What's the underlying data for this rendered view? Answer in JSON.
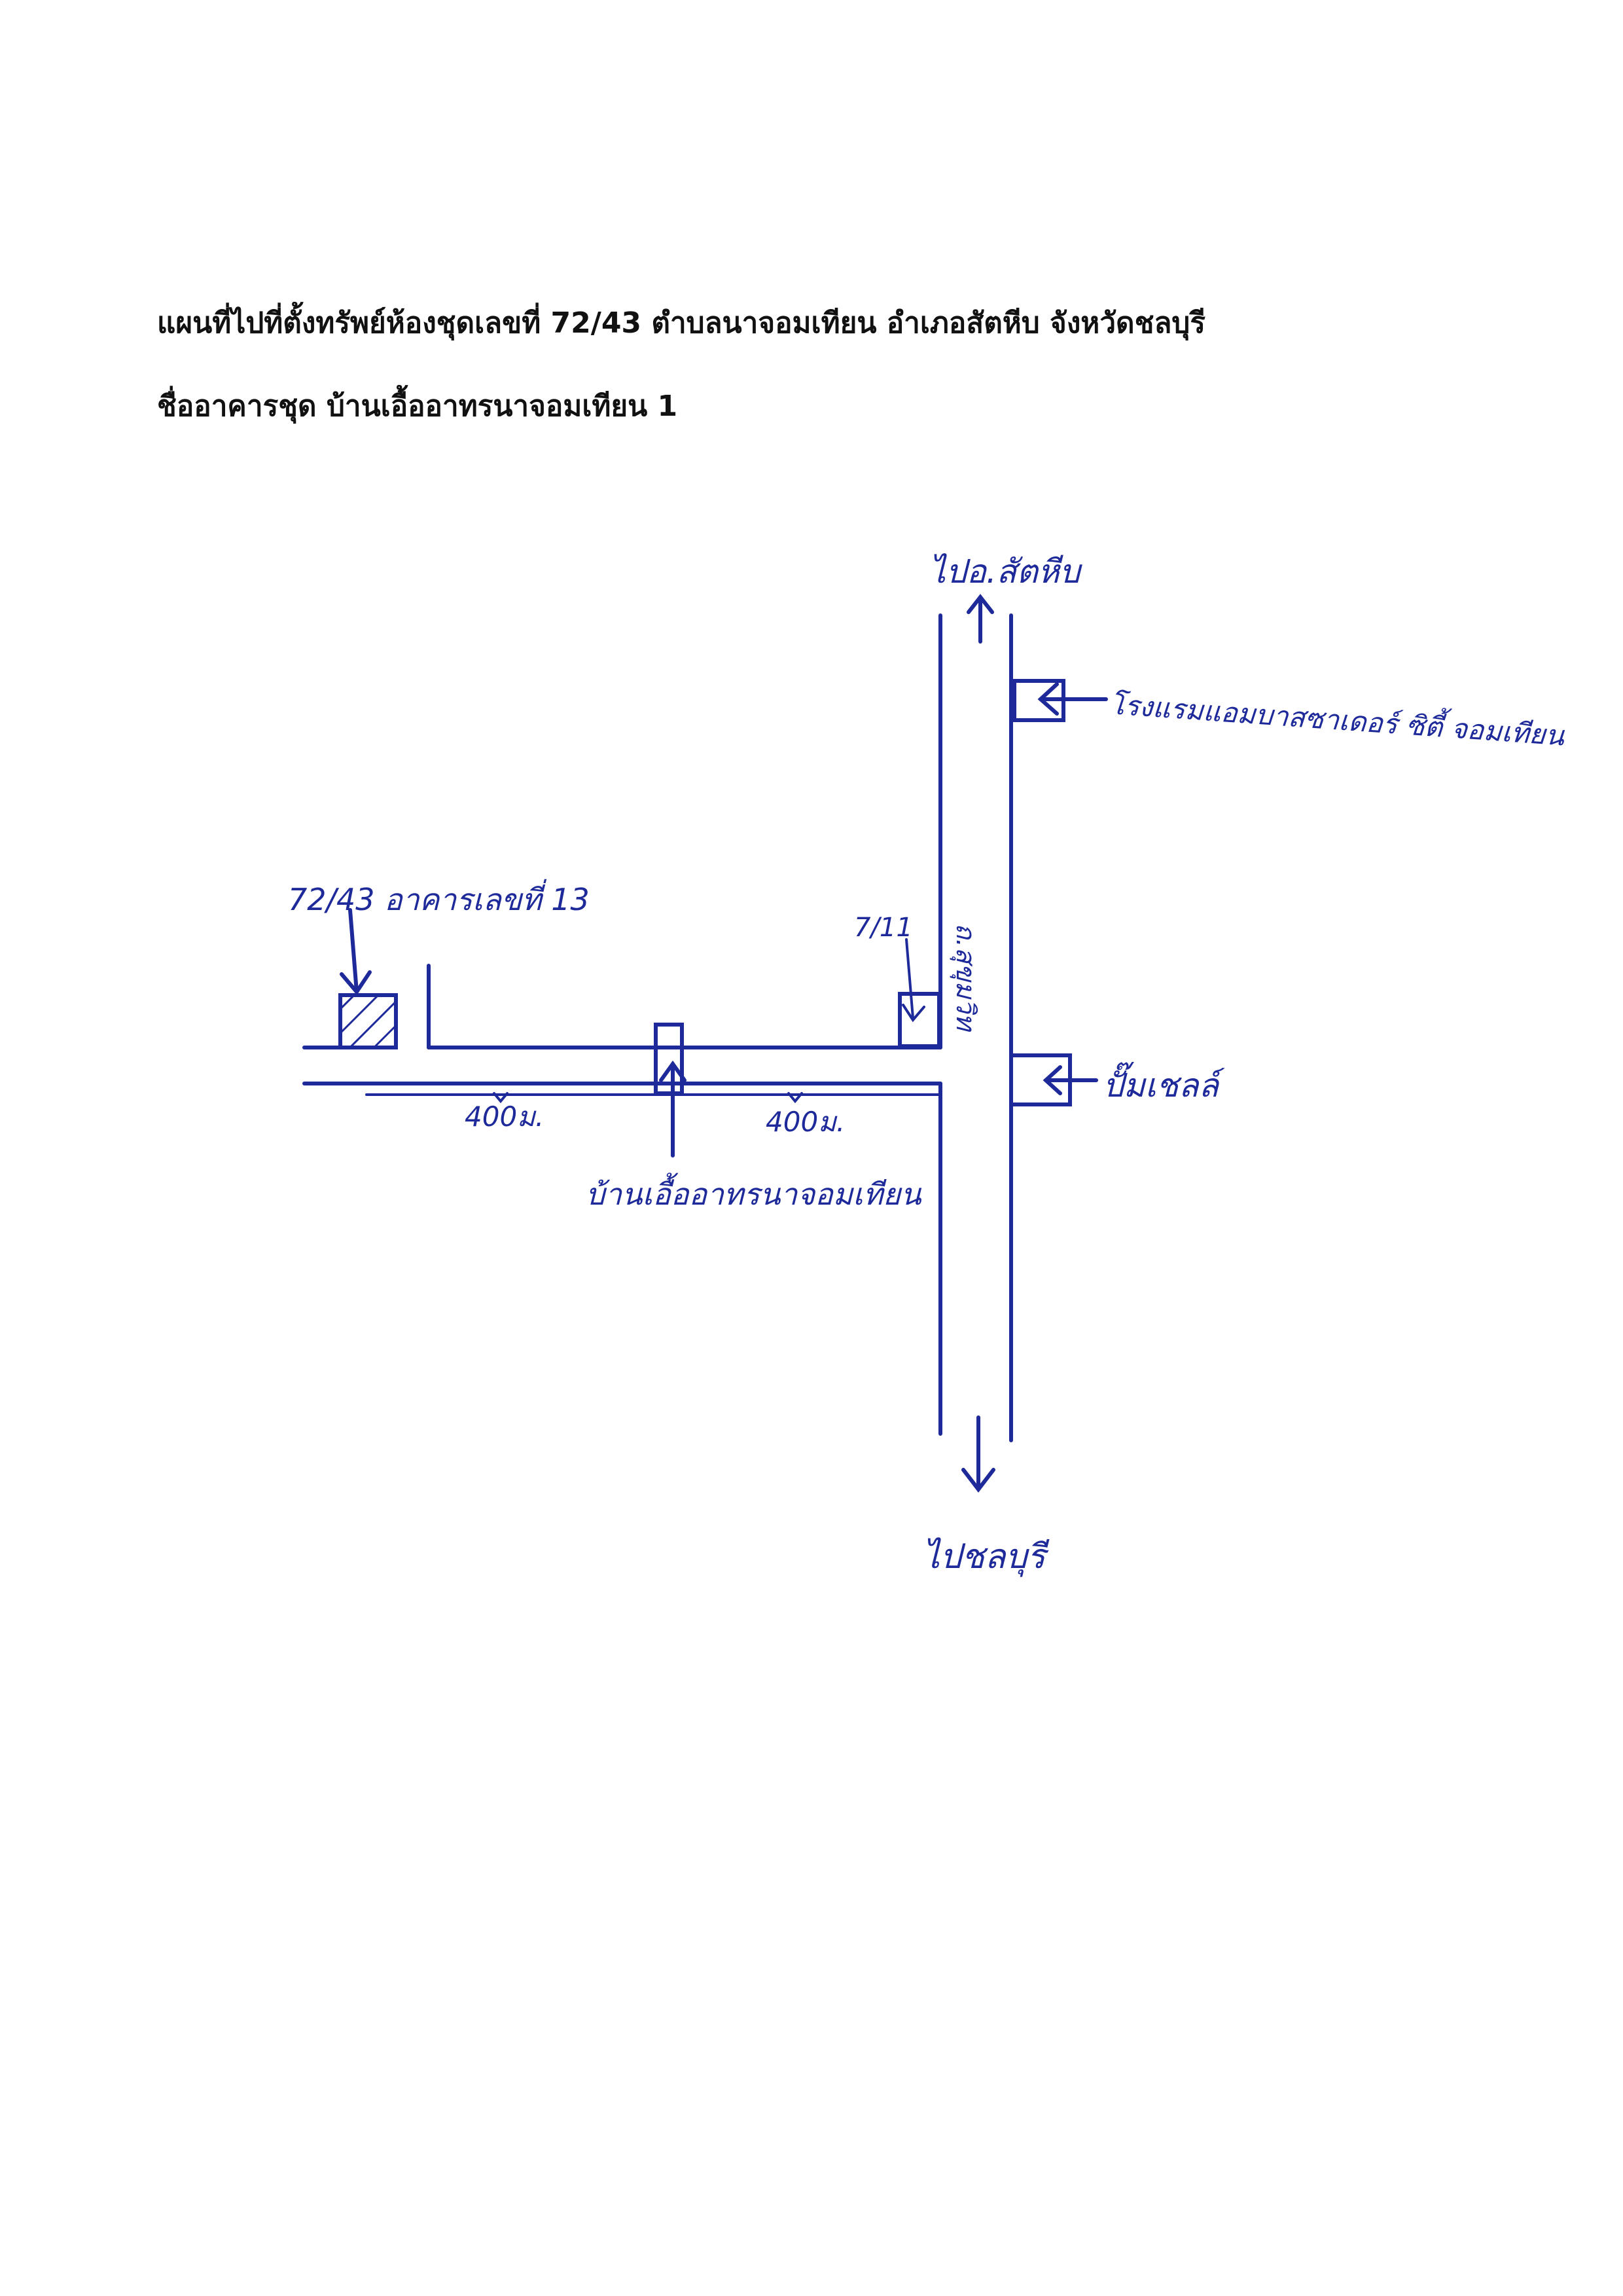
{
  "document": {
    "title_line_1": "แผนที่ไปที่ตั้งทรัพย์ห้องชุดเลขที่ 72/43 ตำบลนาจอมเทียน อำเภอสัตหีบ จังหวัดชลบุรี",
    "title_line_2": "ชื่ออาคารชุด บ้านเอื้ออาทรนาจอมเทียน 1"
  },
  "map": {
    "labels": {
      "to_sattahip": "ไปอ.สัตหีบ",
      "hotel": "โรงแรมแอมบาสซาเดอร์ ซิตี้ จอมเทียน",
      "unit": "72/43 อาคารเลขที่ 13",
      "seven_eleven": "7/11",
      "road_name": "ถ.สุขุมวิท",
      "shell": "ปั๊มเชลล์",
      "distance_1": "400ม.",
      "distance_2": "400ม.",
      "project": "บ้านเอื้ออาทรนาจอมเทียน",
      "to_chonburi": "ไปชลบุรี"
    },
    "ink_color": "#1e2a9a"
  }
}
